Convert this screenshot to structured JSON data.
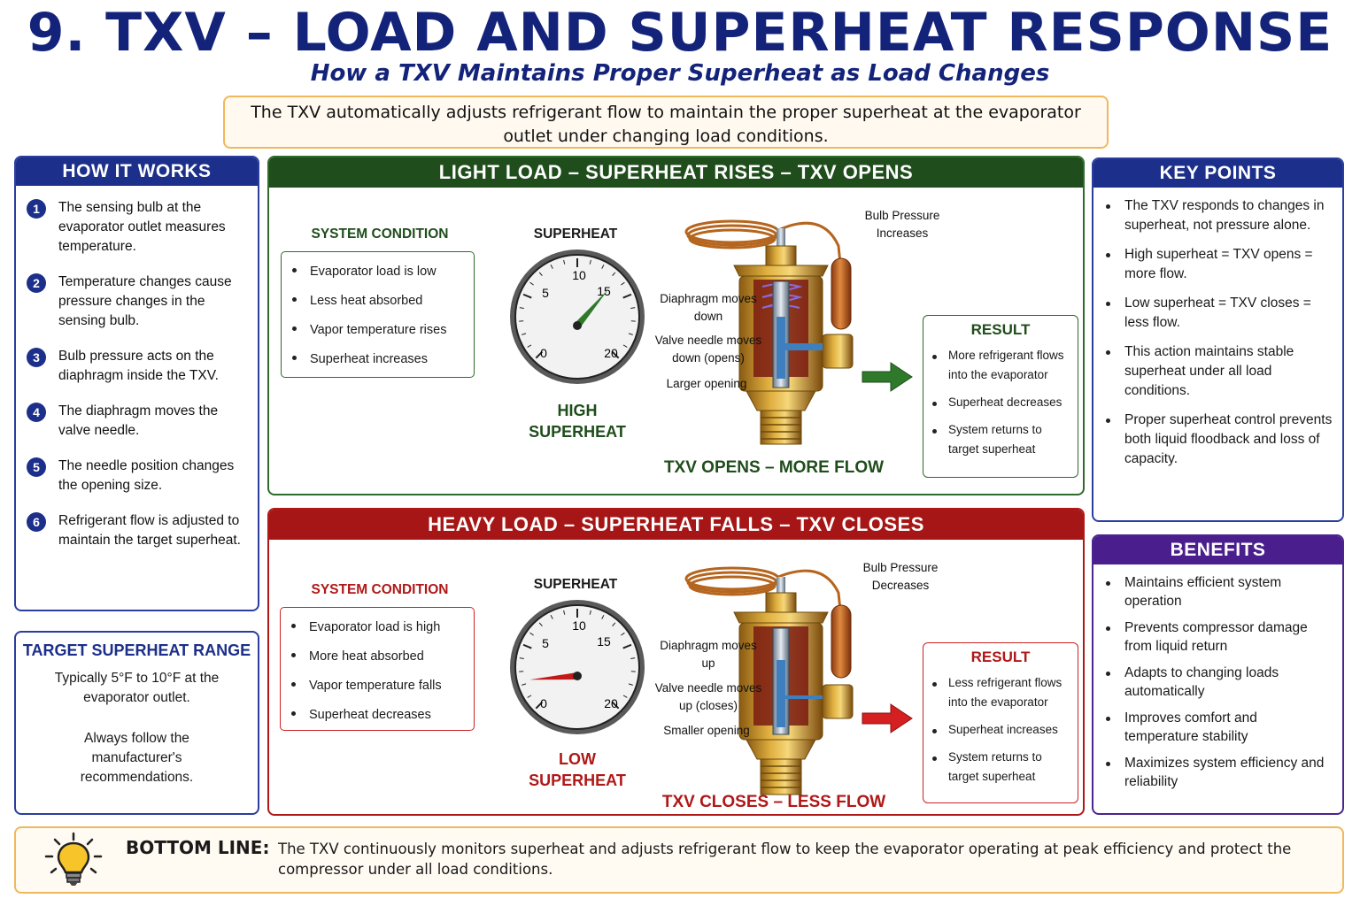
{
  "header": {
    "title": "9. TXV – LOAD AND SUPERHEAT RESPONSE",
    "subtitle": "How a TXV Maintains Proper Superheat as Load Changes",
    "intro": "The TXV automatically adjusts refrigerant flow to maintain the proper superheat at the evaporator outlet under changing load conditions."
  },
  "how_it_works": {
    "title": "HOW IT WORKS",
    "steps": [
      {
        "num": "1",
        "text": "The sensing bulb at the evaporator outlet measures temperature."
      },
      {
        "num": "2",
        "text": "Temperature changes cause pressure changes in the sensing bulb."
      },
      {
        "num": "3",
        "text": "Bulb pressure acts on the diaphragm inside the TXV."
      },
      {
        "num": "4",
        "text": "The diaphragm moves the valve needle."
      },
      {
        "num": "5",
        "text": "The needle position changes the opening size."
      },
      {
        "num": "6",
        "text": "Refrigerant flow is adjusted to maintain the target superheat."
      }
    ]
  },
  "target_range": {
    "title": "TARGET SUPERHEAT RANGE",
    "text": "Typically 5°F to 10°F at the evaporator outlet.",
    "note": "Always follow the manufacturer's recommendations."
  },
  "light_load": {
    "title": "LIGHT LOAD – SUPERHEAT RISES – TXV OPENS",
    "color": "#1f4d1b",
    "condition_title": "SYSTEM CONDITION",
    "conditions": [
      "Evaporator load is low",
      "Less heat absorbed",
      "Vapor temperature rises",
      "Superheat increases"
    ],
    "gauge_title": "SUPERHEAT",
    "gauge_ticks": [
      "0",
      "5",
      "10",
      "15",
      "20"
    ],
    "gauge_reading": 13,
    "state_line1": "HIGH",
    "state_line2": "SUPERHEAT",
    "bulb_note": "Bulb Pressure Increases",
    "diaphragm_note": "Diaphragm moves down",
    "needle_note": "Valve needle moves down (opens)",
    "opening_note": "Larger opening",
    "result_title": "RESULT",
    "results": [
      "More refrigerant flows into the evaporator",
      "Superheat decreases",
      "System returns to target superheat"
    ],
    "action": "TXV OPENS – MORE FLOW"
  },
  "heavy_load": {
    "title": "HEAVY LOAD – SUPERHEAT FALLS – TXV CLOSES",
    "color": "#a61616",
    "condition_title": "SYSTEM CONDITION",
    "conditions": [
      "Evaporator load is high",
      "More heat absorbed",
      "Vapor temperature falls",
      "Superheat decreases"
    ],
    "gauge_title": "SUPERHEAT",
    "gauge_ticks": [
      "0",
      "5",
      "10",
      "15",
      "20"
    ],
    "gauge_reading": 3,
    "state_line1": "LOW",
    "state_line2": "SUPERHEAT",
    "bulb_note": "Bulb Pressure Decreases",
    "diaphragm_note": "Diaphragm moves up",
    "needle_note": "Valve needle moves up (closes)",
    "opening_note": "Smaller opening",
    "result_title": "RESULT",
    "results": [
      "Less refrigerant flows into the evaporator",
      "Superheat increases",
      "System returns to target superheat"
    ],
    "action": "TXV CLOSES – LESS FLOW"
  },
  "key_points": {
    "title": "KEY POINTS",
    "items": [
      "The TXV responds to changes in superheat, not pressure alone.",
      "High superheat = TXV opens = more flow.",
      "Low superheat = TXV closes = less flow.",
      "This action maintains stable superheat under all load conditions.",
      "Proper superheat control prevents both liquid floodback and loss of capacity."
    ]
  },
  "benefits": {
    "title": "BENEFITS",
    "items": [
      "Maintains efficient system operation",
      "Prevents compressor damage from liquid return",
      "Adapts to changing loads automatically",
      "Improves comfort and temperature stability",
      "Maximizes system efficiency and reliability"
    ]
  },
  "bottom_line": {
    "label": "BOTTOM LINE:",
    "text": "The TXV continuously monitors superheat and adjusts refrigerant flow to keep the evaporator operating at peak efficiency and protect the compressor under all load conditions."
  },
  "icons": {
    "bottom_icon": "lightbulb-icon",
    "light_arrow": "arrow-right-icon",
    "heavy_arrow": "arrow-right-icon"
  },
  "colors": {
    "navy": "#14237a",
    "green": "#1f4d1b",
    "red": "#a61616",
    "purple": "#4a1e8c",
    "gold": "#f0b85c"
  }
}
